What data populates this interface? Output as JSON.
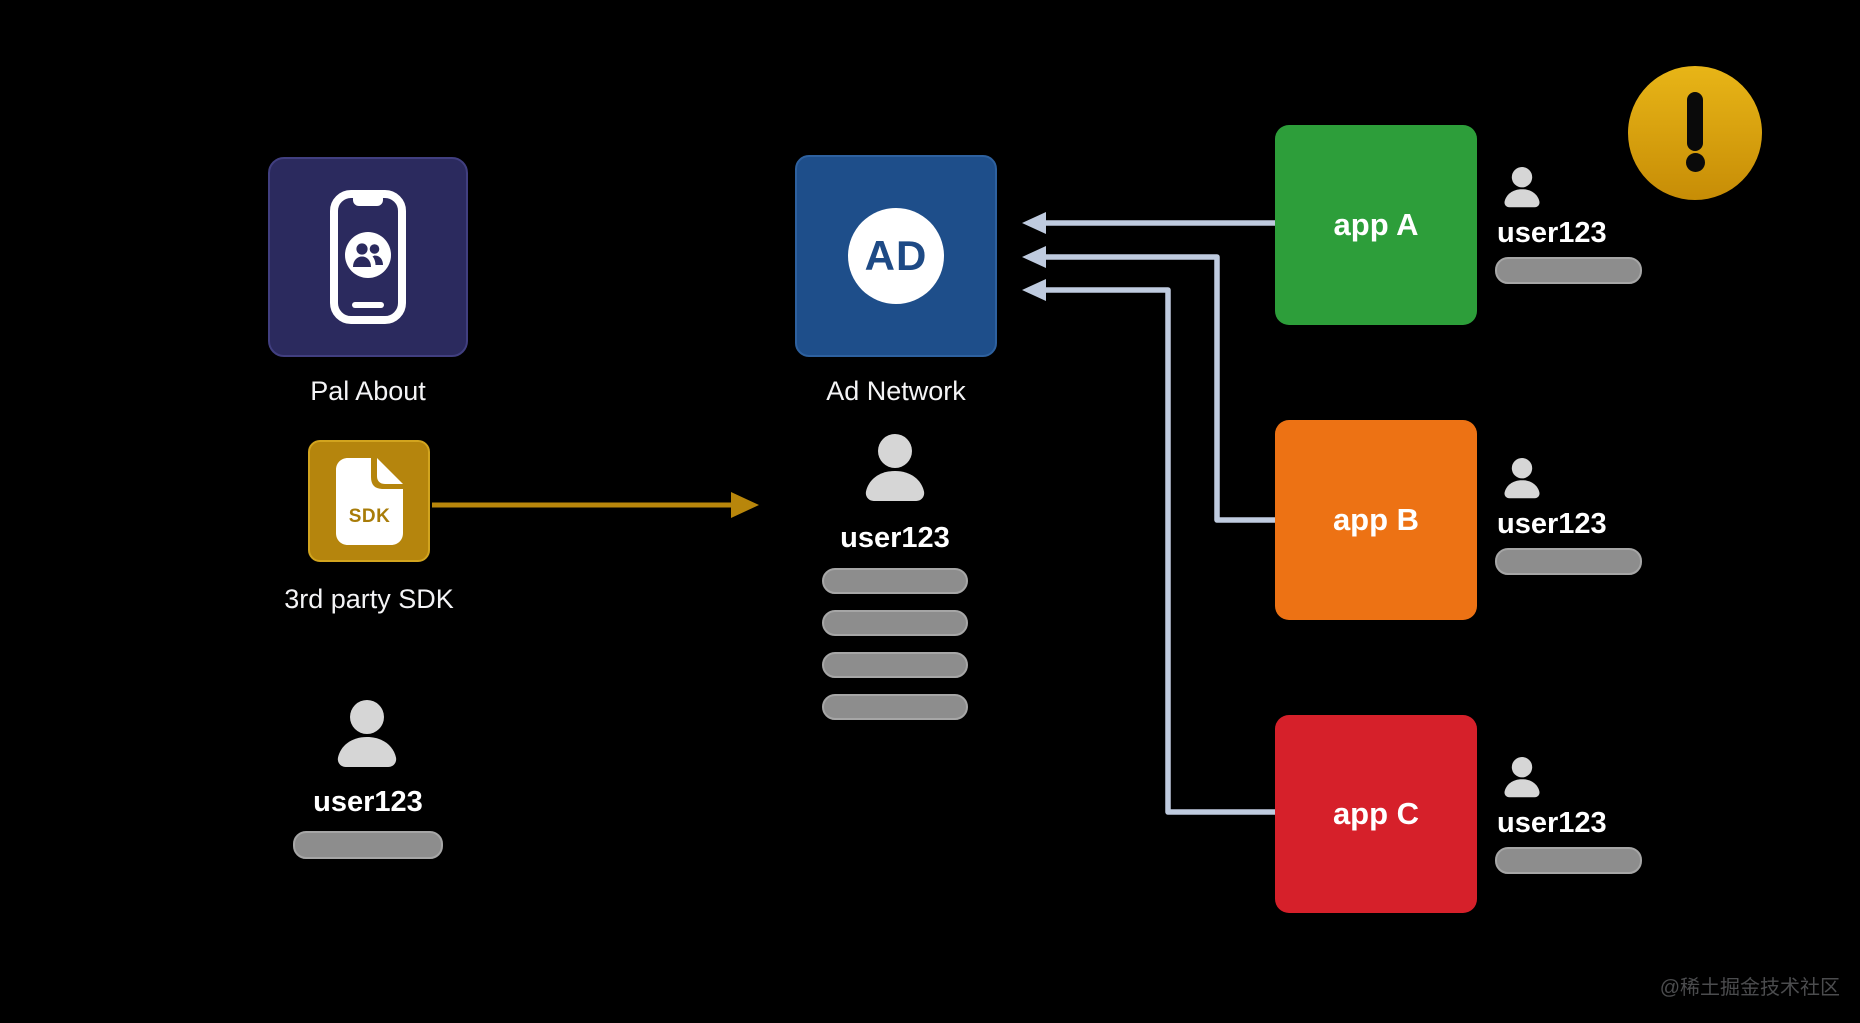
{
  "colors": {
    "background": "#000000",
    "pal_box": "#2b2a5e",
    "pal_border": "#413f80",
    "sdk_box": "#b5850d",
    "sdk_border": "#d2a41e",
    "sdk_text": "#a87c09",
    "ad_box": "#1e4e8a",
    "ad_border": "#2e619f",
    "ad_text": "#1e4a85",
    "app_a": "#2d9e3a",
    "app_b": "#ed7214",
    "app_c": "#d6202a",
    "connector": "#bfcbdf",
    "sdk_arrow": "#b8860b",
    "person": "#d6d6d6",
    "bar_fill": "#8d8d8d",
    "bar_border": "#a6a6a6",
    "warning_top": "#e8b517",
    "warning_bottom": "#c78d06",
    "exclamation": "#0a0a0a",
    "label_text": "#f4f4f6",
    "watermark": "#4b4c4e"
  },
  "nodes": {
    "pal_about": {
      "label": "Pal About"
    },
    "sdk": {
      "label": "3rd party SDK",
      "file_text": "SDK"
    },
    "ad_network": {
      "label": "Ad Network",
      "logo": "AD"
    },
    "app_a": {
      "label": "app A"
    },
    "app_b": {
      "label": "app B"
    },
    "app_c": {
      "label": "app C"
    }
  },
  "users": {
    "pal_user": {
      "name": "user123",
      "bars": 1
    },
    "ad_user": {
      "name": "user123",
      "bars": 4
    },
    "app_a_user": {
      "name": "user123",
      "bars": 1
    },
    "app_b_user": {
      "name": "user123",
      "bars": 1
    },
    "app_c_user": {
      "name": "user123",
      "bars": 1
    }
  },
  "icons": {
    "pal_about": "phone-with-users-icon",
    "sdk": "document-file-icon",
    "ad_network": "ad-circle-badge-icon",
    "user": "person-icon",
    "warning": "exclamation-warning-icon"
  },
  "edges": [
    {
      "from": "3rd party SDK",
      "to": "Ad Network user profile"
    },
    {
      "from": "app A",
      "to": "Ad Network"
    },
    {
      "from": "app B",
      "to": "Ad Network"
    },
    {
      "from": "app C",
      "to": "Ad Network"
    }
  ],
  "watermark": "@稀土掘金技术社区"
}
